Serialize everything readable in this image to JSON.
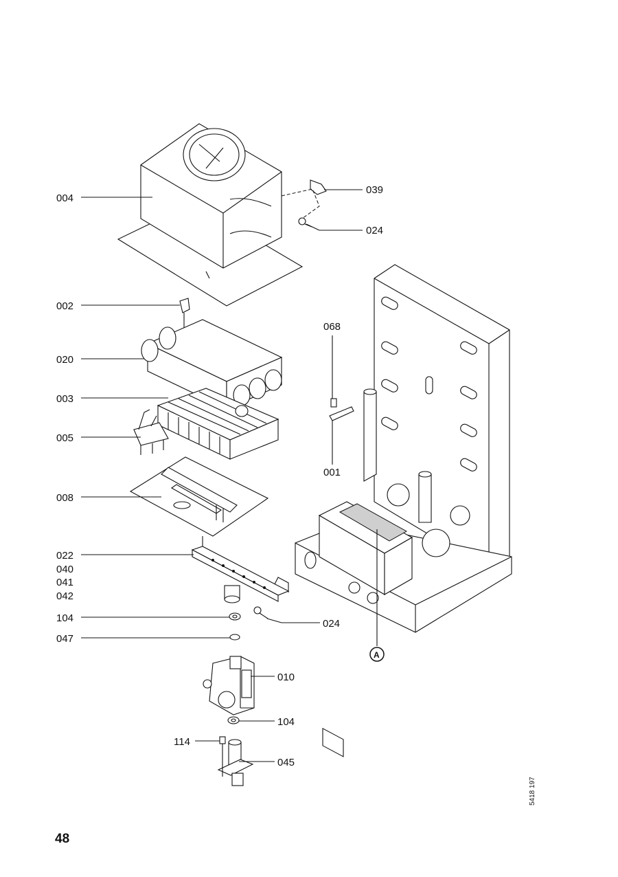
{
  "labels": {
    "p004": "004",
    "p039": "039",
    "p024a": "024",
    "p002": "002",
    "p068": "068",
    "p020": "020",
    "p003": "003",
    "p005": "005",
    "p001": "001",
    "p008": "008",
    "p022": "022",
    "p040": "040",
    "p041": "041",
    "p042": "042",
    "p104a": "104",
    "p024b": "024",
    "p047": "047",
    "pA": "A",
    "p010": "010",
    "p104b": "104",
    "p114": "114",
    "p045": "045"
  },
  "page_number": "48",
  "doc_id": "5418 197"
}
